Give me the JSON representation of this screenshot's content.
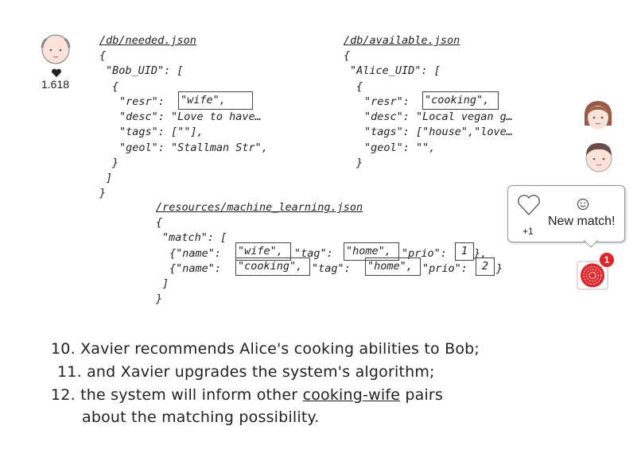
{
  "bob": {
    "score": "1.618",
    "file_path": "/db/needed.json",
    "lines": {
      "open": "{",
      "key": "\"Bob_UID\": [",
      "obj_open": "{",
      "resr_key": "\"resr\": ",
      "resr_val": "\"wife\",",
      "desc": "\"desc\": \"Love to have…",
      "tags": "\"tags\": [\"\"],",
      "geol": "\"geol\": \"Stallman Str\",",
      "obj_close": "}",
      "arr_close": "]",
      "close": "}"
    }
  },
  "alice": {
    "file_path": "/db/available.json",
    "lines": {
      "open": "{",
      "key": "\"Alice_UID\": [",
      "obj_open": "{",
      "resr_key": "\"resr\": ",
      "resr_val": "\"cooking\",",
      "desc": "\"desc\": \"Local vegan g…",
      "tags": "\"tags\": [\"house\",\"love…",
      "geol": "\"geol\": \"\",",
      "obj_close": "}"
    }
  },
  "resources": {
    "file_path": "/resources/machine_learning.json",
    "open": "{",
    "match_key": "\"match\": [",
    "row1": {
      "open": "{\"name\": ",
      "name": "\"wife\",",
      "tag_key": "\"tag\": ",
      "tag": "\"home\",",
      "prio_key": "\"prio\": ",
      "prio": "1",
      "close": "},"
    },
    "row2": {
      "open": "{\"name\": ",
      "name": "\"cooking\",",
      "tag_key": "\"tag\": ",
      "tag": "\"home\",",
      "prio_key": "\"prio\": ",
      "prio": "2",
      "close": "}"
    },
    "arr_close": "]",
    "close": "}"
  },
  "notification": {
    "count": "+1",
    "message": "New match!",
    "badge": "1",
    "icons": {
      "heart": "heart-outline-icon",
      "smiley": "smiley-icon",
      "app": "app-icon"
    }
  },
  "steps": [
    {
      "num": "10.",
      "text": "Xavier recommends Alice's cooking abilities to Bob;"
    },
    {
      "num": "11.",
      "text": "and Xavier upgrades the system's algorithm;"
    },
    {
      "num": "12.",
      "pre": "the system will inform other ",
      "link": "cooking-wife",
      "post": " pairs",
      "line2": "about the matching possibility."
    }
  ],
  "colors": {
    "badge": "#e0242a",
    "app": "#e0242a",
    "box_border": "#444444",
    "notif_border": "#999999"
  }
}
